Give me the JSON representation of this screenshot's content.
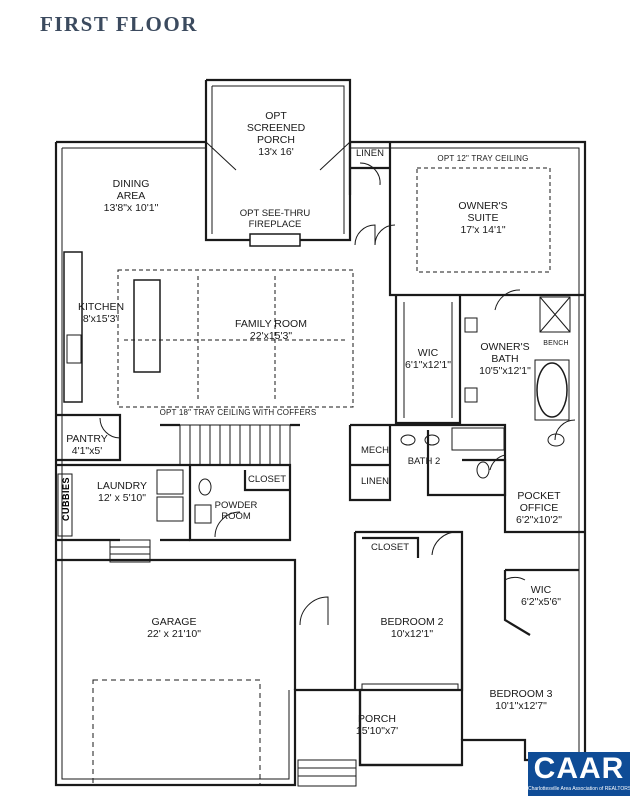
{
  "title": "FIRST FLOOR",
  "rooms": {
    "porch_screened": {
      "name": "OPT\nSCREENED\nPORCH",
      "dim": "13'x 16'"
    },
    "dining": {
      "name": "DINING\nAREA",
      "dim": "13'8\"x 10'1\""
    },
    "fireplace": {
      "name": "OPT SEE-THRU\nFIREPLACE",
      "dim": ""
    },
    "linen_top": {
      "name": "LINEN",
      "dim": ""
    },
    "owners_suite": {
      "name": "OWNER'S\nSUITE",
      "dim": "17'x 14'1\""
    },
    "kitchen": {
      "name": "KITCHEN",
      "dim": "8'x15'3\""
    },
    "family": {
      "name": "FAMILY ROOM",
      "dim": "22'x15'3\""
    },
    "wic_main": {
      "name": "WIC",
      "dim": "6'1\"x12'1\""
    },
    "owners_bath": {
      "name": "OWNER'S\nBATH",
      "dim": "10'5\"x12'1\""
    },
    "pantry": {
      "name": "PANTRY",
      "dim": "4'1\"x5'"
    },
    "mech": {
      "name": "MECH",
      "dim": ""
    },
    "bath2": {
      "name": "BATH 2",
      "dim": ""
    },
    "linen_mid": {
      "name": "LINEN",
      "dim": ""
    },
    "laundry": {
      "name": "LAUNDRY",
      "dim": "12' x 5'10\""
    },
    "closet_powder": {
      "name": "CLOSET",
      "dim": ""
    },
    "powder": {
      "name": "POWDER\nROOM",
      "dim": ""
    },
    "pocket_office": {
      "name": "POCKET\nOFFICE",
      "dim": "6'2\"x10'2\""
    },
    "closet_bed2": {
      "name": "CLOSET",
      "dim": ""
    },
    "garage": {
      "name": "GARAGE",
      "dim": "22' x 21'10\""
    },
    "bedroom2": {
      "name": "BEDROOM 2",
      "dim": "10'x12'1\""
    },
    "wic_small": {
      "name": "WIC",
      "dim": "6'2\"x5'6\""
    },
    "bedroom3": {
      "name": "BEDROOM 3",
      "dim": "10'1\"x12'7\""
    },
    "porch": {
      "name": "PORCH",
      "dim": "15'10\"x7'"
    }
  },
  "notes": {
    "tray12": "OPT 12\" TRAY CEILING",
    "tray18": "OPT 18\" TRAY CEILING WITH COFFERS",
    "bench": "BENCH",
    "cubbies": "CUBBIES"
  },
  "logo": {
    "text": "CAAR",
    "sub": "Charlottesville Area Association of REALTORS®"
  },
  "colors": {
    "wall": "#1a1a1a",
    "wall_fill": "#ffffff",
    "logo_bg": "#0f4c96",
    "title": "#3b4a5e"
  }
}
